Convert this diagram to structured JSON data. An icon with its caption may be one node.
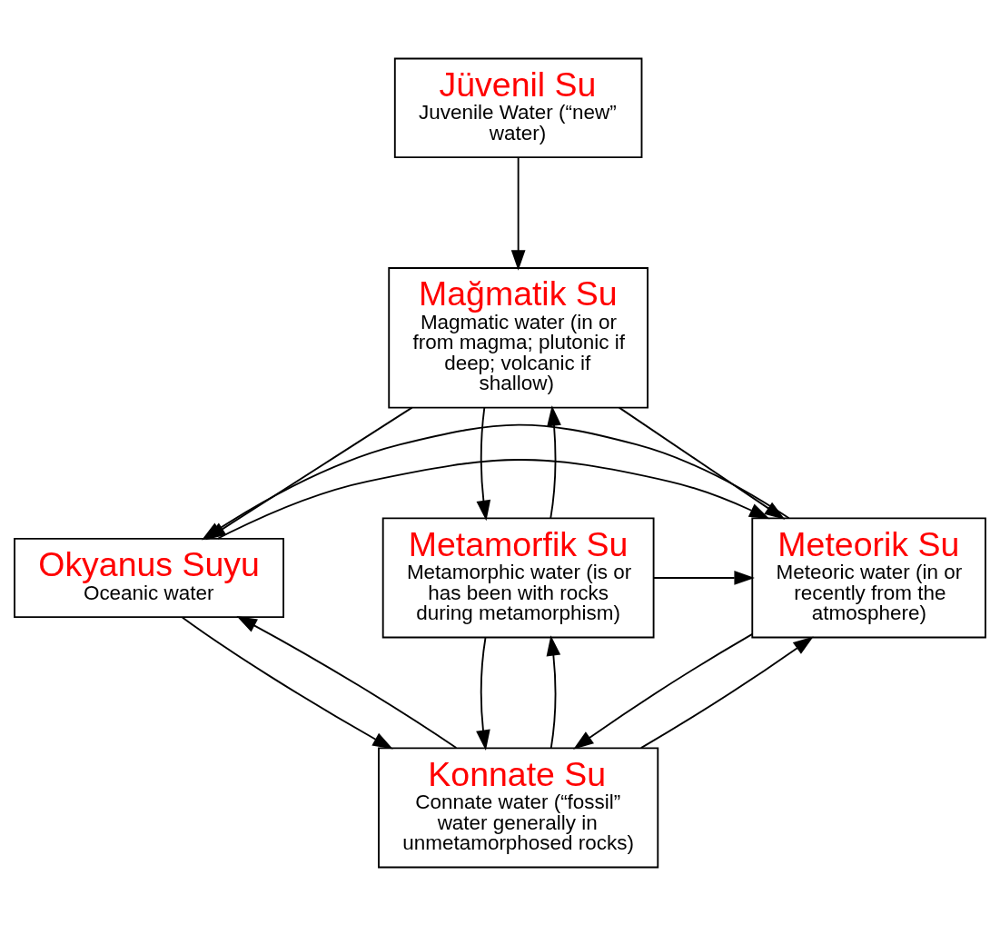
{
  "diagram": {
    "nodes": [
      {
        "text": [
          "Jüvenil Su",
          "Juvenile Water (“new” water)"
        ]
      },
      {
        "text": [
          "Mağmatik Su",
          "Magmatic water (in or from magma; plutonic if deep; volcanic if shallow)"
        ]
      },
      {
        "text": [
          "Okyanus Suyu",
          "Oceanic water"
        ]
      },
      {
        "text": [
          "Meteorik Su",
          "Meteoric water (in or recently from the atmosphere)"
        ]
      },
      {
        "text": [
          "Metamorfik Su",
          "Metamorphic water (is or has been with rocks during metamorphism)"
        ]
      },
      {
        "text": [
          "Konnate Su",
          "Connate water (“fossil” water generally in unmetamorphosed rocks)"
        ]
      }
    ],
    "edges": [
      {
        "from": 0,
        "to": 1,
        "arrow": "to"
      },
      {
        "from": 1,
        "to": 2,
        "arrow": "to"
      },
      {
        "from": 1,
        "to": 3,
        "arrow": "to"
      },
      {
        "from": 1,
        "to": 4,
        "arrow": "to"
      },
      {
        "from": 4,
        "to": 1,
        "arrow": "to"
      },
      {
        "from": 2,
        "to": 3,
        "arrow": "to"
      },
      {
        "from": 3,
        "to": 2,
        "arrow": "to"
      },
      {
        "from": 4,
        "to": 3,
        "arrow": "to"
      },
      {
        "from": 3,
        "to": 5,
        "arrow": "to"
      },
      {
        "from": 5,
        "to": 3,
        "arrow": "to"
      },
      {
        "from": 2,
        "to": 5,
        "arrow": "to"
      },
      {
        "from": 5,
        "to": 2,
        "arrow": "to"
      },
      {
        "from": 5,
        "to": 4,
        "arrow": "to"
      },
      {
        "from": 4,
        "to": 5,
        "arrow": "to"
      }
    ]
  }
}
